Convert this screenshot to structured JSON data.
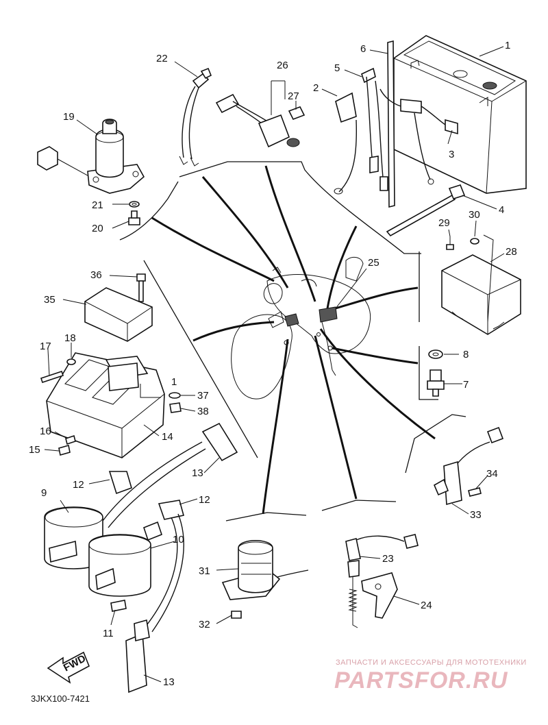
{
  "diagram": {
    "callouts": [
      {
        "id": "c1",
        "text": "1"
      },
      {
        "id": "c2",
        "text": "2"
      },
      {
        "id": "c3",
        "text": "3"
      },
      {
        "id": "c4",
        "text": "4"
      },
      {
        "id": "c5",
        "text": "5"
      },
      {
        "id": "c6",
        "text": "6"
      },
      {
        "id": "c7",
        "text": "7"
      },
      {
        "id": "c8",
        "text": "8"
      },
      {
        "id": "c9",
        "text": "9"
      },
      {
        "id": "c10",
        "text": "10"
      },
      {
        "id": "c11",
        "text": "11"
      },
      {
        "id": "c12a",
        "text": "12"
      },
      {
        "id": "c12b",
        "text": "12"
      },
      {
        "id": "c13a",
        "text": "13"
      },
      {
        "id": "c13b",
        "text": "13"
      },
      {
        "id": "c14",
        "text": "14"
      },
      {
        "id": "c15",
        "text": "15"
      },
      {
        "id": "c16",
        "text": "16"
      },
      {
        "id": "c17",
        "text": "17"
      },
      {
        "id": "c18",
        "text": "18"
      },
      {
        "id": "c19",
        "text": "19"
      },
      {
        "id": "c20",
        "text": "20"
      },
      {
        "id": "c21",
        "text": "21"
      },
      {
        "id": "c22",
        "text": "22"
      },
      {
        "id": "c23",
        "text": "23"
      },
      {
        "id": "c24",
        "text": "24"
      },
      {
        "id": "c25",
        "text": "25"
      },
      {
        "id": "c26",
        "text": "26"
      },
      {
        "id": "c27",
        "text": "27"
      },
      {
        "id": "c28",
        "text": "28"
      },
      {
        "id": "c29",
        "text": "29"
      },
      {
        "id": "c30",
        "text": "30"
      },
      {
        "id": "c31",
        "text": "31"
      },
      {
        "id": "c32",
        "text": "32"
      },
      {
        "id": "c33",
        "text": "33"
      },
      {
        "id": "c34",
        "text": "34"
      },
      {
        "id": "c35",
        "text": "35"
      },
      {
        "id": "c36",
        "text": "36"
      },
      {
        "id": "c37",
        "text": "37"
      },
      {
        "id": "c38",
        "text": "38"
      },
      {
        "id": "c1b",
        "text": "1"
      }
    ],
    "fwd_label": "FWD",
    "diagram_code": "3JKX100-7421"
  },
  "watermark": {
    "tagline": "ЗАПЧАСТИ И АКСЕССУАРЫ ДЛЯ МОТОТЕХНИКИ",
    "brand": "PARTSFOR.RU",
    "color": "#e9b7bd"
  }
}
